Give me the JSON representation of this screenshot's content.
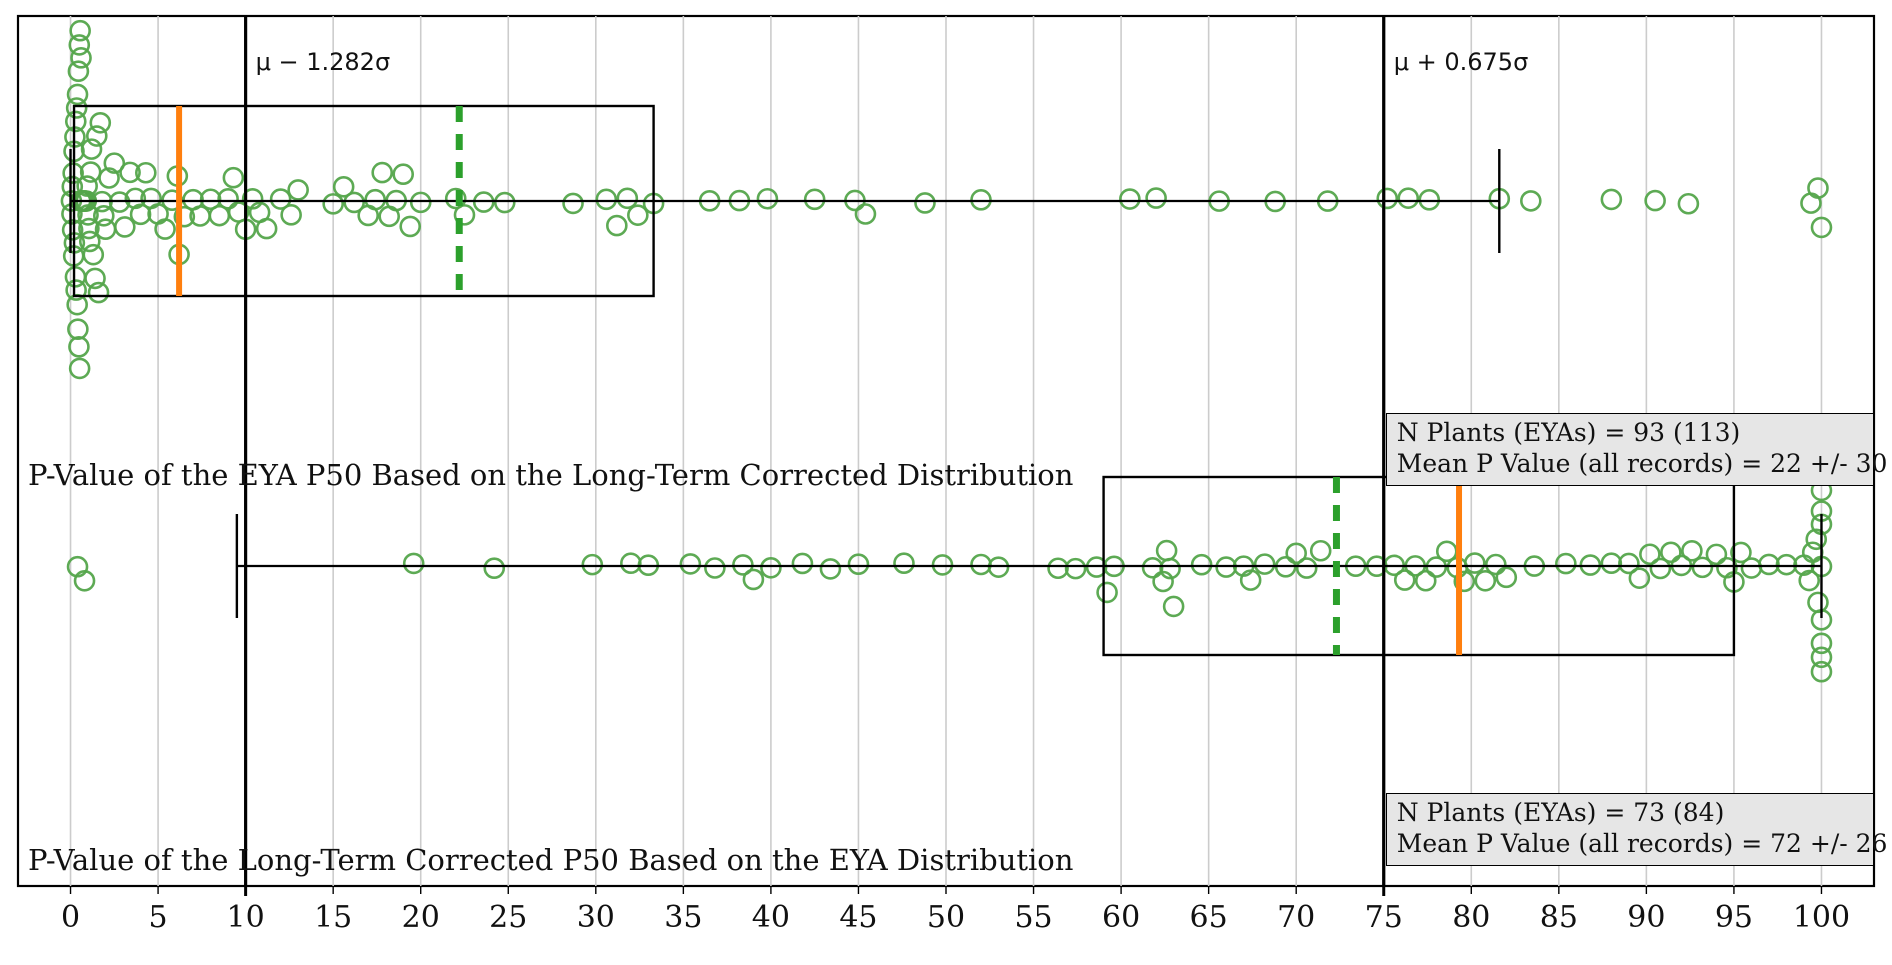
{
  "chart_data": {
    "type": "box",
    "title": "",
    "xlabel": "",
    "ylabel": "",
    "xlim": [
      -3,
      103
    ],
    "xticks": [
      0,
      5,
      10,
      15,
      20,
      25,
      30,
      35,
      40,
      45,
      50,
      55,
      60,
      65,
      70,
      75,
      80,
      85,
      90,
      95,
      100
    ],
    "xticklabels": [
      "0",
      "5",
      "10",
      "15",
      "20",
      "25",
      "30",
      "35",
      "40",
      "45",
      "50",
      "55",
      "60",
      "65",
      "70",
      "75",
      "80",
      "85",
      "90",
      "95",
      "100"
    ],
    "grid": "vertical-only",
    "legend": "none",
    "reference_lines": [
      {
        "name": "lower-threshold",
        "label": "μ − 1.282σ",
        "x": 10,
        "color": "#000000",
        "style": "solid",
        "width": 3
      },
      {
        "name": "upper-threshold",
        "label": "μ + 0.675σ",
        "x": 75,
        "color": "#000000",
        "style": "solid",
        "width": 3
      }
    ],
    "panels": [
      {
        "name": "eya-p50-on-longterm",
        "label": "P-Value of the EYA P50 Based on the Long-Term Corrected Distribution",
        "box": {
          "q1": 0.2,
          "q3": 33.3,
          "whisker_low": 0.0,
          "whisker_high": 81.6
        },
        "median": {
          "value": 22.2,
          "color": "#2ca02c",
          "style": "dashed"
        },
        "mean": {
          "value": 6.2,
          "color": "#ff7f0e",
          "style": "solid"
        },
        "annotation": {
          "n_plants_line": "N Plants (EYAs) = 93 (113)",
          "mean_line": "Mean P Value (all records) = 22 +/- 30"
        },
        "stats": {
          "n_plants": 93,
          "n_eyas": 113,
          "mean_p_value": 22,
          "std_p_value": 30
        },
        "points": [
          0.05,
          0.08,
          0.1,
          0.12,
          0.15,
          0.18,
          0.2,
          0.22,
          0.25,
          0.28,
          0.3,
          0.32,
          0.35,
          0.38,
          0.4,
          0.42,
          0.45,
          0.48,
          0.5,
          0.52,
          0.55,
          0.58,
          0.6,
          0.62,
          0.65,
          0.68,
          0.7,
          0.72,
          0.75,
          0.78,
          0.8,
          0.82,
          0.85,
          0.88,
          0.9,
          0.95,
          1.0,
          1.05,
          1.1,
          1.15,
          1.2,
          1.3,
          1.4,
          1.5,
          1.6,
          1.7,
          1.8,
          1.9,
          2.0,
          2.2,
          2.5,
          2.8,
          3.1,
          3.4,
          3.7,
          4.0,
          4.3,
          4.6,
          5.0,
          5.4,
          5.8,
          6.1,
          6.2,
          6.5,
          7.0,
          7.4,
          8.0,
          8.5,
          9.0,
          9.3,
          9.6,
          10.0,
          10.4,
          10.8,
          11.2,
          12.0,
          12.6,
          13.0,
          15.0,
          15.6,
          16.2,
          17.0,
          17.4,
          17.8,
          18.2,
          18.6,
          19.0,
          19.4,
          20.0,
          22.0,
          22.5,
          23.6,
          24.8,
          28.7,
          30.6,
          31.2,
          31.8,
          32.4,
          33.3,
          36.5,
          38.2,
          39.8,
          42.5,
          44.8,
          45.4,
          48.8,
          52.0,
          60.5,
          62.0,
          65.6,
          68.8,
          71.8,
          75.2,
          76.4,
          77.6,
          81.6,
          83.4,
          88.0,
          90.5,
          92.4,
          99.4,
          99.8,
          100.0
        ]
      },
      {
        "name": "longterm-p50-on-eya",
        "label": "P-Value of the Long-Term Corrected P50 Based on the EYA Distribution",
        "box": {
          "q1": 59.0,
          "q3": 95.0,
          "whisker_low": 9.5,
          "whisker_high": 100.0
        },
        "median": {
          "value": 72.3,
          "color": "#2ca02c",
          "style": "dashed"
        },
        "mean": {
          "value": 79.3,
          "color": "#ff7f0e",
          "style": "solid"
        },
        "annotation": {
          "n_plants_line": "N Plants (EYAs) = 73 (84)",
          "mean_line": "Mean P Value (all records) = 72 +/- 26"
        },
        "stats": {
          "n_plants": 73,
          "n_eyas": 84,
          "mean_p_value": 72,
          "std_p_value": 26
        },
        "points": [
          0.4,
          0.8,
          19.6,
          24.2,
          29.8,
          32.0,
          33.0,
          35.4,
          36.8,
          38.4,
          39.0,
          40.0,
          41.8,
          43.4,
          45.0,
          47.6,
          49.8,
          52.0,
          53.0,
          56.4,
          57.4,
          58.6,
          59.2,
          59.6,
          61.8,
          62.4,
          62.6,
          62.8,
          63.0,
          64.6,
          66.0,
          67.0,
          67.4,
          68.2,
          69.4,
          70.0,
          70.6,
          71.4,
          73.4,
          74.6,
          75.6,
          76.2,
          76.8,
          77.4,
          78.0,
          78.6,
          79.2,
          79.6,
          80.2,
          80.8,
          81.4,
          82.0,
          83.6,
          85.4,
          86.8,
          88.0,
          89.0,
          89.6,
          90.2,
          90.8,
          91.4,
          92.0,
          92.6,
          93.2,
          94.0,
          94.6,
          95.0,
          95.4,
          96.0,
          97.0,
          98.0,
          99.0,
          99.3,
          99.5,
          99.7,
          99.8,
          100.0,
          100.0,
          100.0,
          100.0,
          100.0,
          100.0,
          100.0,
          100.0,
          100.0
        ]
      }
    ],
    "colors": {
      "point_edge": "#54a54b",
      "median": "#2ca02c",
      "mean": "#ff7f0e",
      "box": "#000000",
      "grid": "#cccccc",
      "annotation_bg": "#e6e6e6"
    }
  }
}
